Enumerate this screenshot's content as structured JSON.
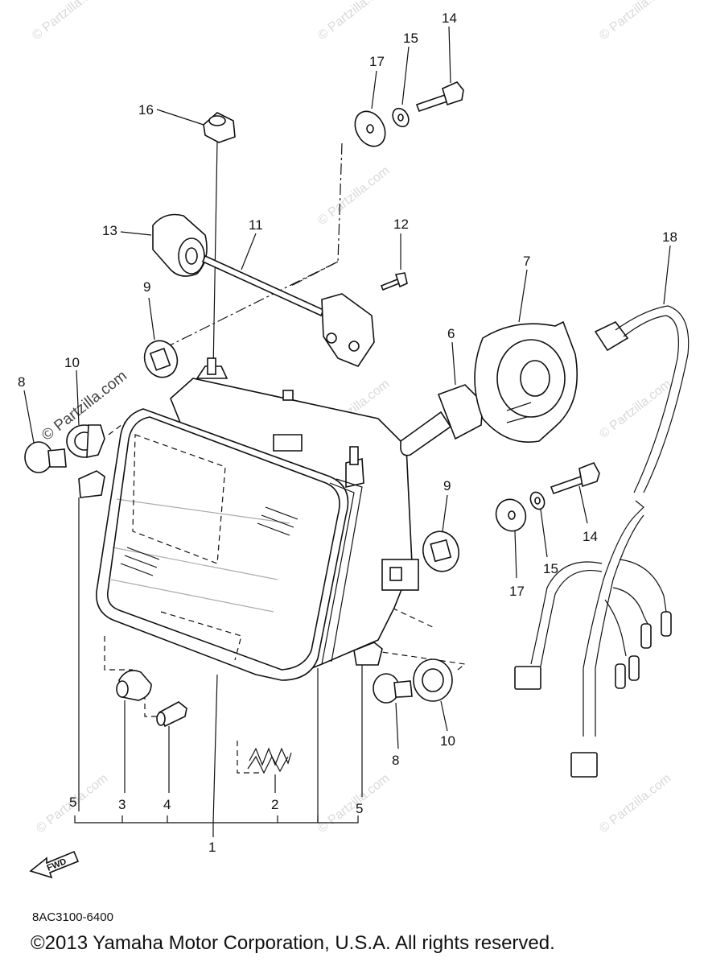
{
  "diagram": {
    "callouts": {
      "c1": "1",
      "c2": "2",
      "c3": "3",
      "c4": "4",
      "c5a": "5",
      "c5b": "5",
      "c6": "6",
      "c7": "7",
      "c8a": "8",
      "c8b": "8",
      "c9a": "9",
      "c9b": "9",
      "c10a": "10",
      "c10b": "10",
      "c11": "11",
      "c12": "12",
      "c13": "13",
      "c14a": "14",
      "c14b": "14",
      "c15a": "15",
      "c15b": "15",
      "c16": "16",
      "c17a": "17",
      "c17b": "17",
      "c18": "18"
    },
    "watermarks": {
      "main": "© Partzilla.com",
      "w1": "© Partzilla.com",
      "w2": "© Partzilla.com",
      "w3": "© Partzilla.com",
      "w4": "© Partzilla.com",
      "w5": "© Partzilla.com",
      "w6": "© Partzilla.com",
      "w7": "© Partzilla.com",
      "w8": "© Partzilla.com",
      "w9": "© Partzilla.com"
    },
    "fwd_label": "FWD",
    "drawing_code": "8AC3100-6400",
    "copyright": "©2013 Yamaha Motor Corporation, U.S.A. All rights reserved."
  }
}
